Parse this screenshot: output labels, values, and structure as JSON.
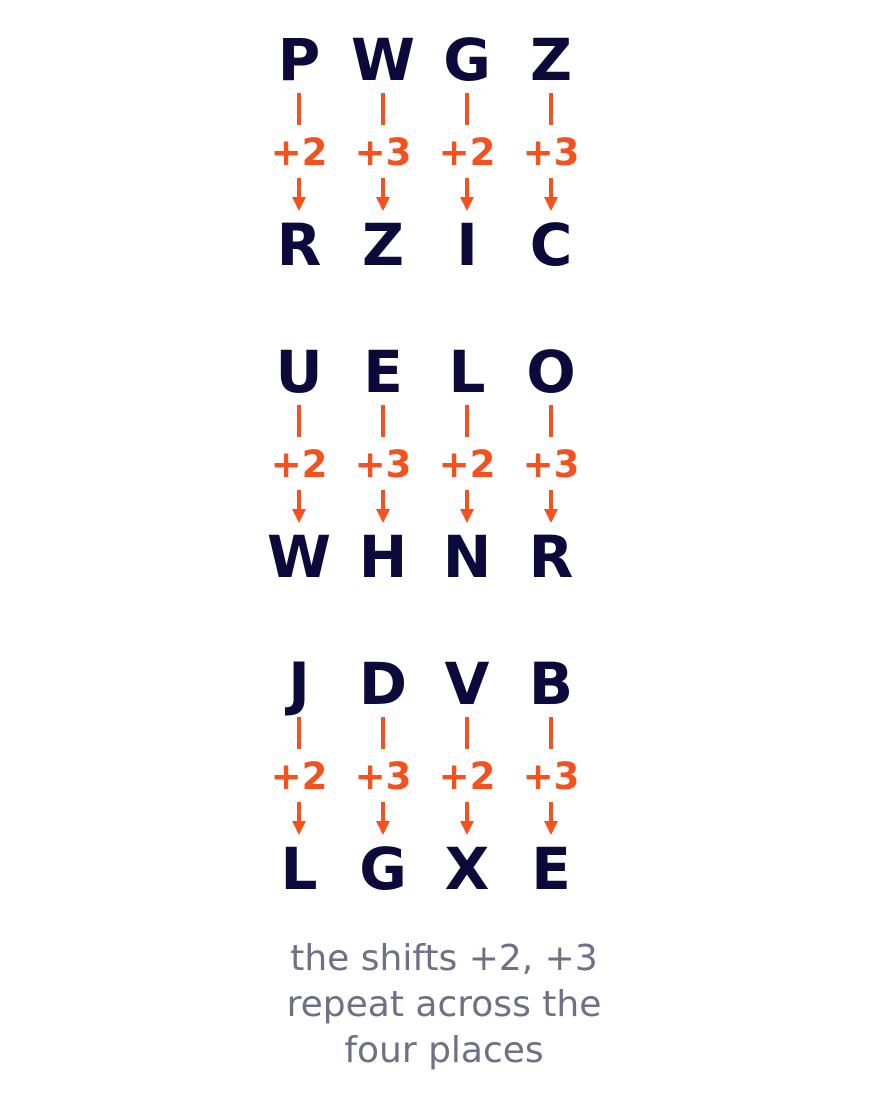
{
  "colors": {
    "letter": "#0b0a3a",
    "shift": "#f4511e",
    "caption": "#6f6f85",
    "background": "#ffffff"
  },
  "groups": [
    {
      "top": [
        "P",
        "W",
        "G",
        "Z"
      ],
      "shifts": [
        "+2",
        "+3",
        "+2",
        "+3"
      ],
      "bottom": [
        "R",
        "Z",
        "I",
        "C"
      ]
    },
    {
      "top": [
        "U",
        "E",
        "L",
        "O"
      ],
      "shifts": [
        "+2",
        "+3",
        "+2",
        "+3"
      ],
      "bottom": [
        "W",
        "H",
        "N",
        "R"
      ]
    },
    {
      "top": [
        "J",
        "D",
        "V",
        "B"
      ],
      "shifts": [
        "+2",
        "+3",
        "+2",
        "+3"
      ],
      "bottom": [
        "L",
        "G",
        "X",
        "E"
      ]
    }
  ],
  "caption": {
    "line1": "the shifts +2, +3",
    "line2": "repeat across the",
    "line3": "four places"
  }
}
